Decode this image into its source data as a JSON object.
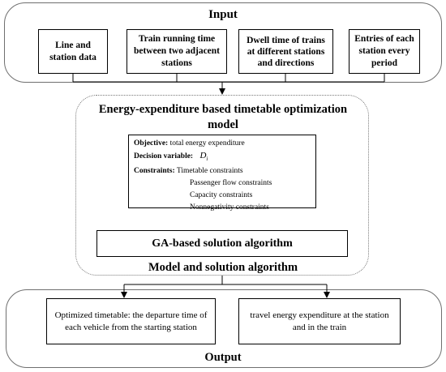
{
  "input": {
    "title": "Input",
    "boxes": [
      "Line and station data",
      "Train running time between two adjacent stations",
      "Dwell time of trains at different stations and directions",
      "Entries of each station every period"
    ]
  },
  "model_group": {
    "model_title": "Energy-expenditure based timetable optimization model",
    "objective_label": "Objective:",
    "objective_text": "total energy expenditure",
    "decision_label": "Decision variable:",
    "decision_symbol": "D",
    "decision_subscript": "i",
    "constraints_label": "Constraints:",
    "constraints": [
      "Timetable constraints",
      "Passenger flow constraints",
      "Capacity constraints",
      "Nonnegativity constraints"
    ],
    "ga_box": "GA-based solution algorithm",
    "caption": "Model and solution algorithm"
  },
  "output": {
    "title": "Output",
    "boxes": [
      "Optimized timetable: the departure time of each vehicle from the starting station",
      "travel energy expenditure at the station and in the train"
    ]
  }
}
